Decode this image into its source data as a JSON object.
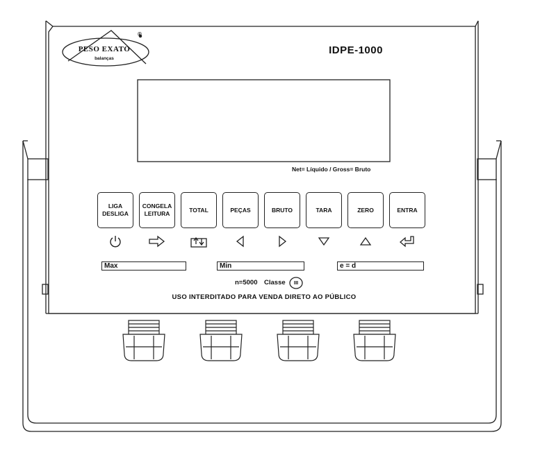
{
  "brand": {
    "logo_text": "PESO EXATO",
    "logo_subtext": "balanças",
    "registered": "®"
  },
  "model": "IDPE-1000",
  "display_legend": "Net= Líquido / Gross= Bruto",
  "keys": [
    {
      "label": "LIGA\nDESLIGA",
      "icon": "power-icon"
    },
    {
      "label": "CONGELA\nLEITURA",
      "icon": "arrow-right-outline-icon"
    },
    {
      "label": "TOTAL",
      "icon": "box-transfer-icon"
    },
    {
      "label": "PEÇAS",
      "icon": "triangle-left-icon"
    },
    {
      "label": "BRUTO",
      "icon": "triangle-right-icon"
    },
    {
      "label": "TARA",
      "icon": "triangle-down-icon"
    },
    {
      "label": "ZERO",
      "icon": "triangle-up-icon"
    },
    {
      "label": "ENTRA",
      "icon": "enter-return-icon"
    }
  ],
  "fields": {
    "max": "Max",
    "min": "Min",
    "e_d": "e = d"
  },
  "spec": {
    "n": "n=5000",
    "classe_label": "Classe",
    "classe_value": "III"
  },
  "notice": "USO INTERDITADO PARA VENDA DIRETO AO PÚBLICO"
}
